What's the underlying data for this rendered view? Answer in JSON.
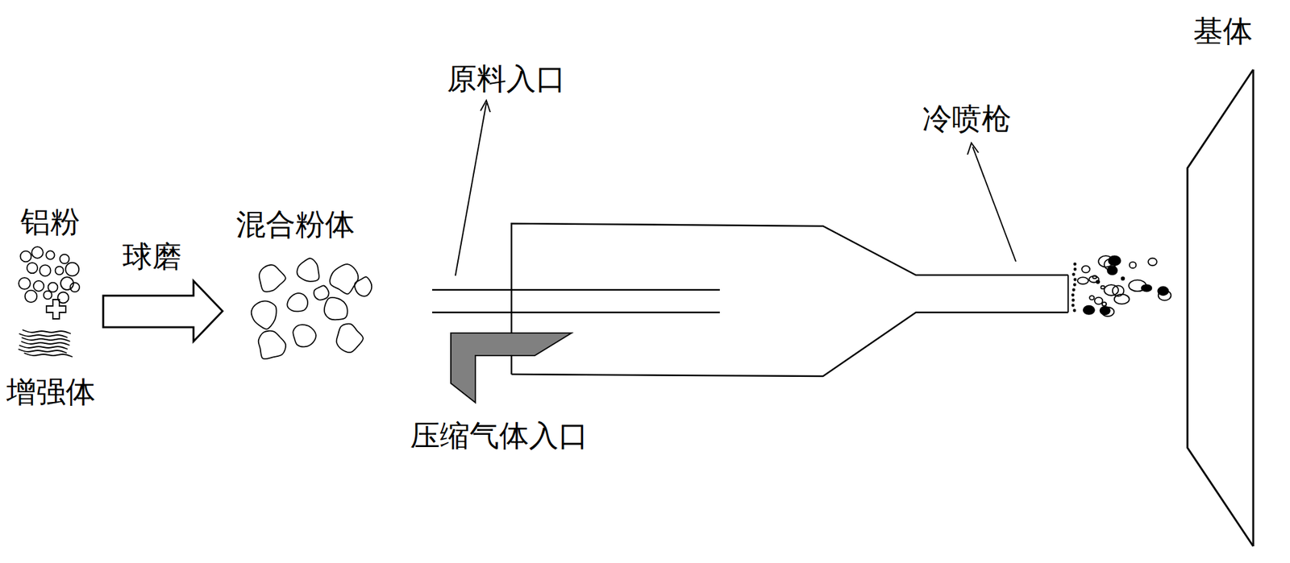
{
  "diagram": {
    "labels": [
      "铝粉",
      "增强体",
      "球磨",
      "混合粉体",
      "原料入口",
      "冷喷枪",
      "压缩气体入口",
      "基体"
    ]
  }
}
